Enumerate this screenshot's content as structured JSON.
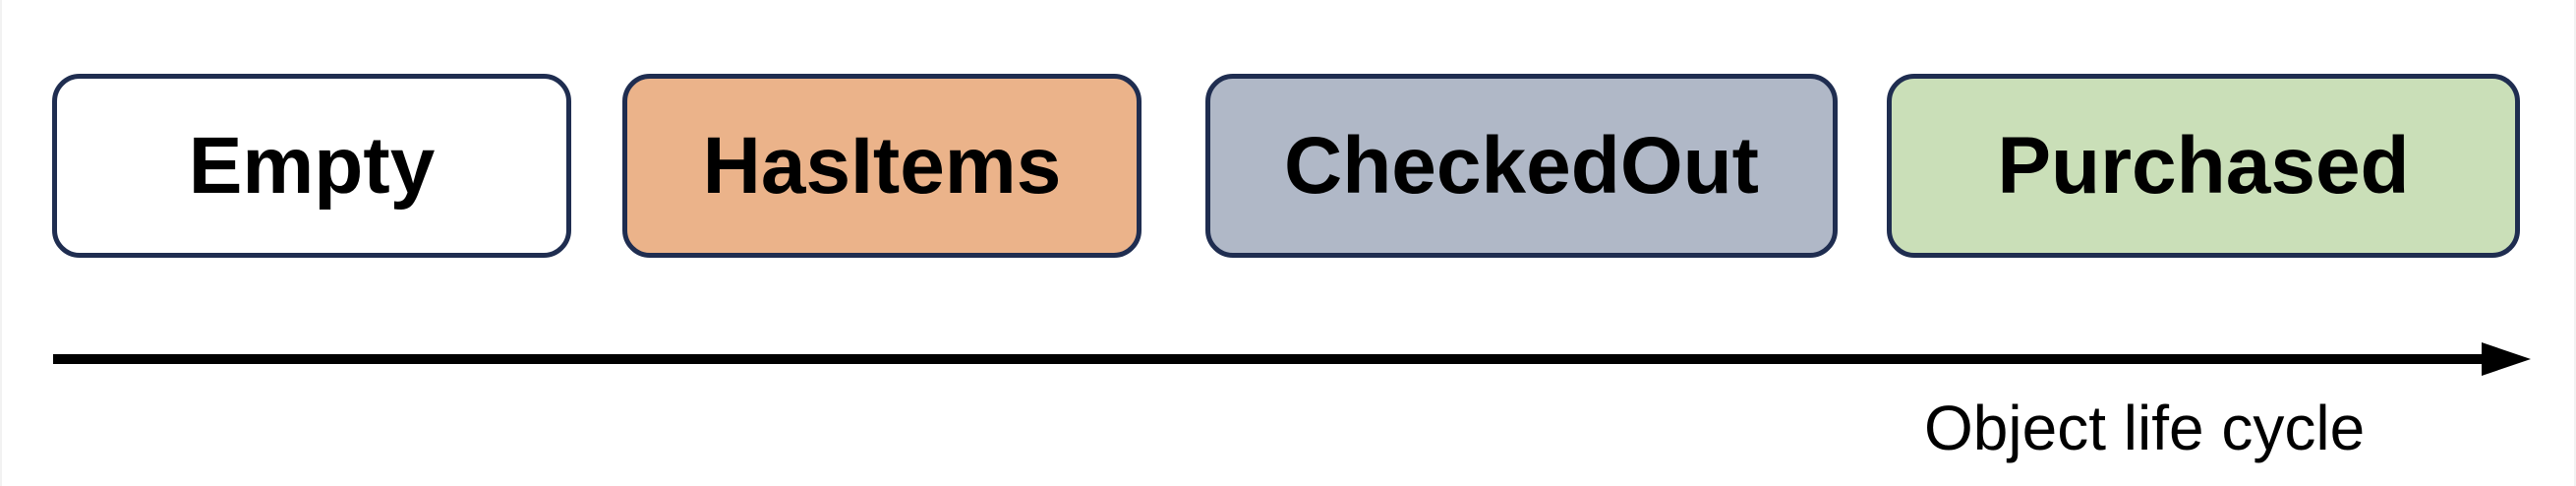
{
  "states": [
    {
      "label": "Empty",
      "fill": "#ffffff"
    },
    {
      "label": "HasItems",
      "fill": "#ebb38a"
    },
    {
      "label": "CheckedOut",
      "fill": "#b0b8c7"
    },
    {
      "label": "Purchased",
      "fill": "#cadfb8"
    }
  ],
  "colors": {
    "border": "#1f2d50",
    "arrow": "#000000"
  },
  "timeline": {
    "label": "Object life cycle"
  }
}
